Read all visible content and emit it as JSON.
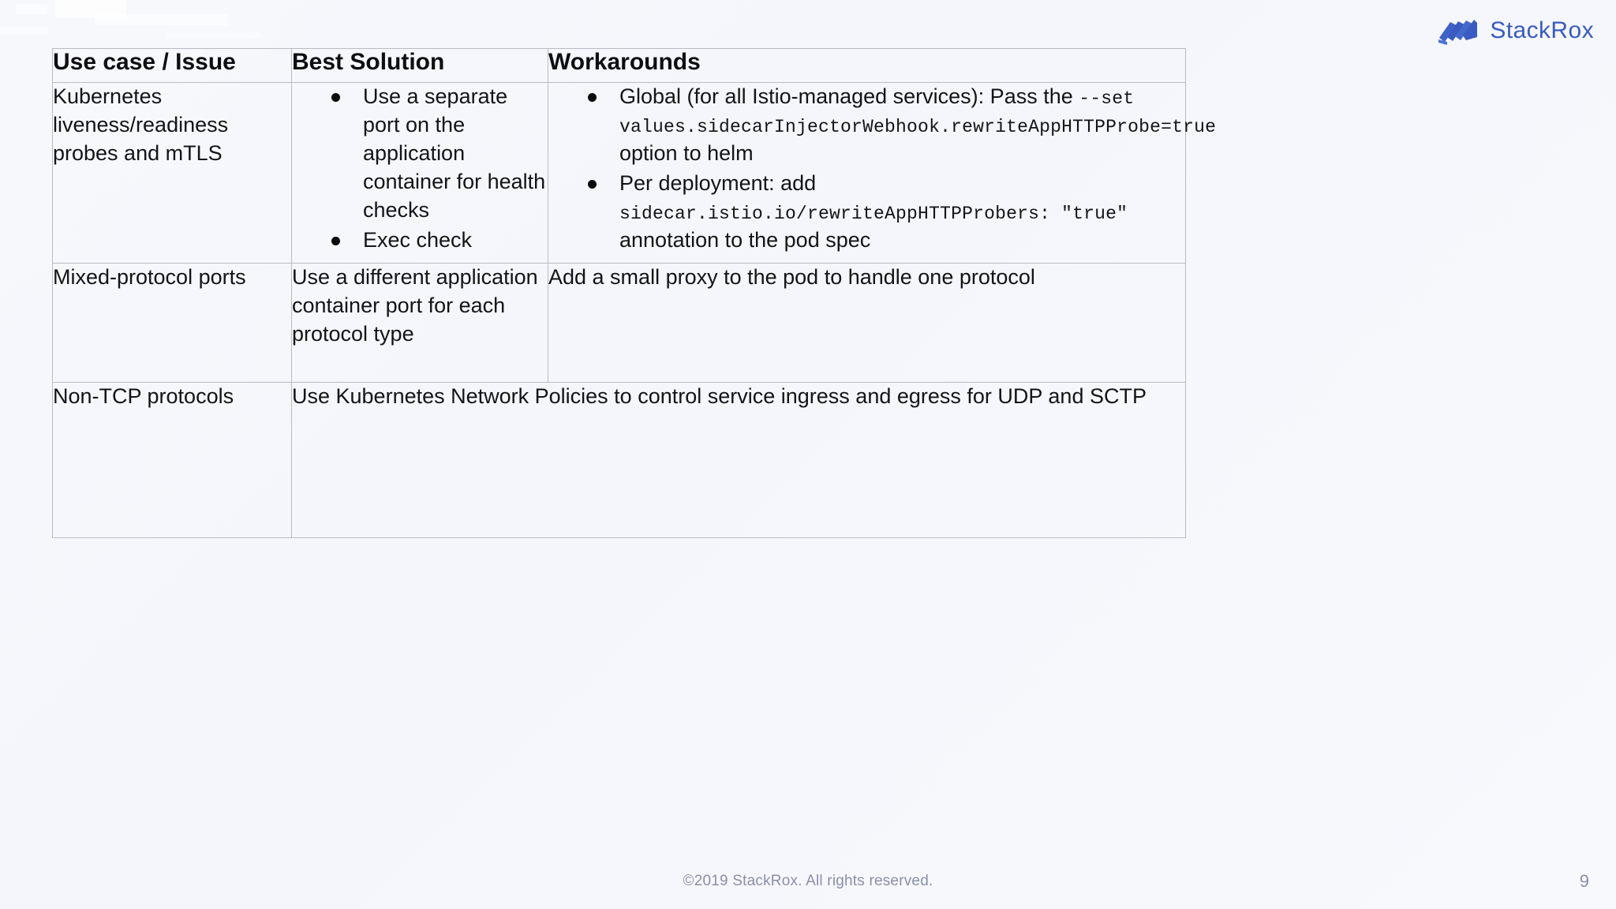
{
  "brand": {
    "name": "StackRox",
    "logo_icon": "stackrox-stacked-blocks-icon",
    "accent_color": "#3a5bbf"
  },
  "table": {
    "headers": [
      "Use case / Issue",
      "Best Solution",
      "Workarounds"
    ],
    "rows": [
      {
        "use_case": "Kubernetes liveness/readiness probes and mTLS",
        "best_solution_bullets": [
          "Use a separate port on the application container for health checks",
          "Exec check"
        ],
        "workaround_bullets": [
          {
            "parts": [
              {
                "text": "Global (for all Istio-managed services): Pass the ",
                "style": "normal"
              },
              {
                "text": "--set values.sidecarInjectorWebhook.rewriteAppHTTPProbe=true",
                "style": "mono"
              },
              {
                "text": " option to helm",
                "style": "normal"
              }
            ]
          },
          {
            "parts": [
              {
                "text": "Per deployment: add ",
                "style": "normal"
              },
              {
                "text": "sidecar.istio.io/rewriteAppHTTPProbers: \"true\"",
                "style": "mono"
              },
              {
                "text": " annotation to the pod spec",
                "style": "normal"
              }
            ]
          }
        ]
      },
      {
        "use_case": "Mixed-protocol ports",
        "best_solution": "Use a different application container port for each protocol type",
        "workaround": "Add a small proxy to the pod to handle one protocol"
      },
      {
        "use_case": "Non-TCP protocols",
        "merged_solution": "Use Kubernetes Network Policies to control service ingress and egress for UDP and SCTP"
      }
    ]
  },
  "footer": {
    "copyright": "©2019 StackRox. All rights reserved.",
    "page_number": "9"
  }
}
